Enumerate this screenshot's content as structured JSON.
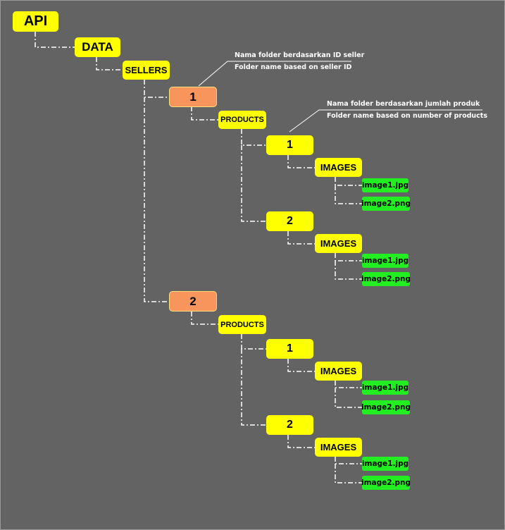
{
  "colors": {
    "background": "#636363",
    "folder": "#ffff00",
    "seller_folder": "#f7955c",
    "file": "#22ee22",
    "connector": "#ffffff"
  },
  "tree": {
    "api": "API",
    "data": "DATA",
    "sellers": "SELLERS",
    "seller_1": {
      "label": "1",
      "products": "PRODUCTS",
      "product_1": {
        "label": "1",
        "images": "IMAGES",
        "files": [
          "image1.jpg",
          "image2.png"
        ]
      },
      "product_2": {
        "label": "2",
        "images": "IMAGES",
        "files": [
          "image1.jpg",
          "image2.png"
        ]
      }
    },
    "seller_2": {
      "label": "2",
      "products": "PRODUCTS",
      "product_1": {
        "label": "1",
        "images": "IMAGES",
        "files": [
          "image1.jpg",
          "image2.png"
        ]
      },
      "product_2": {
        "label": "2",
        "images": "IMAGES",
        "files": [
          "image1.jpg",
          "image2.png"
        ]
      }
    }
  },
  "annotations": {
    "seller": {
      "line1": "Nama folder berdasarkan ID seller",
      "line2": "Folder name based on seller ID"
    },
    "product": {
      "line1": "Nama folder berdasarkan jumlah produk",
      "line2": "Folder name based on number of products"
    }
  }
}
